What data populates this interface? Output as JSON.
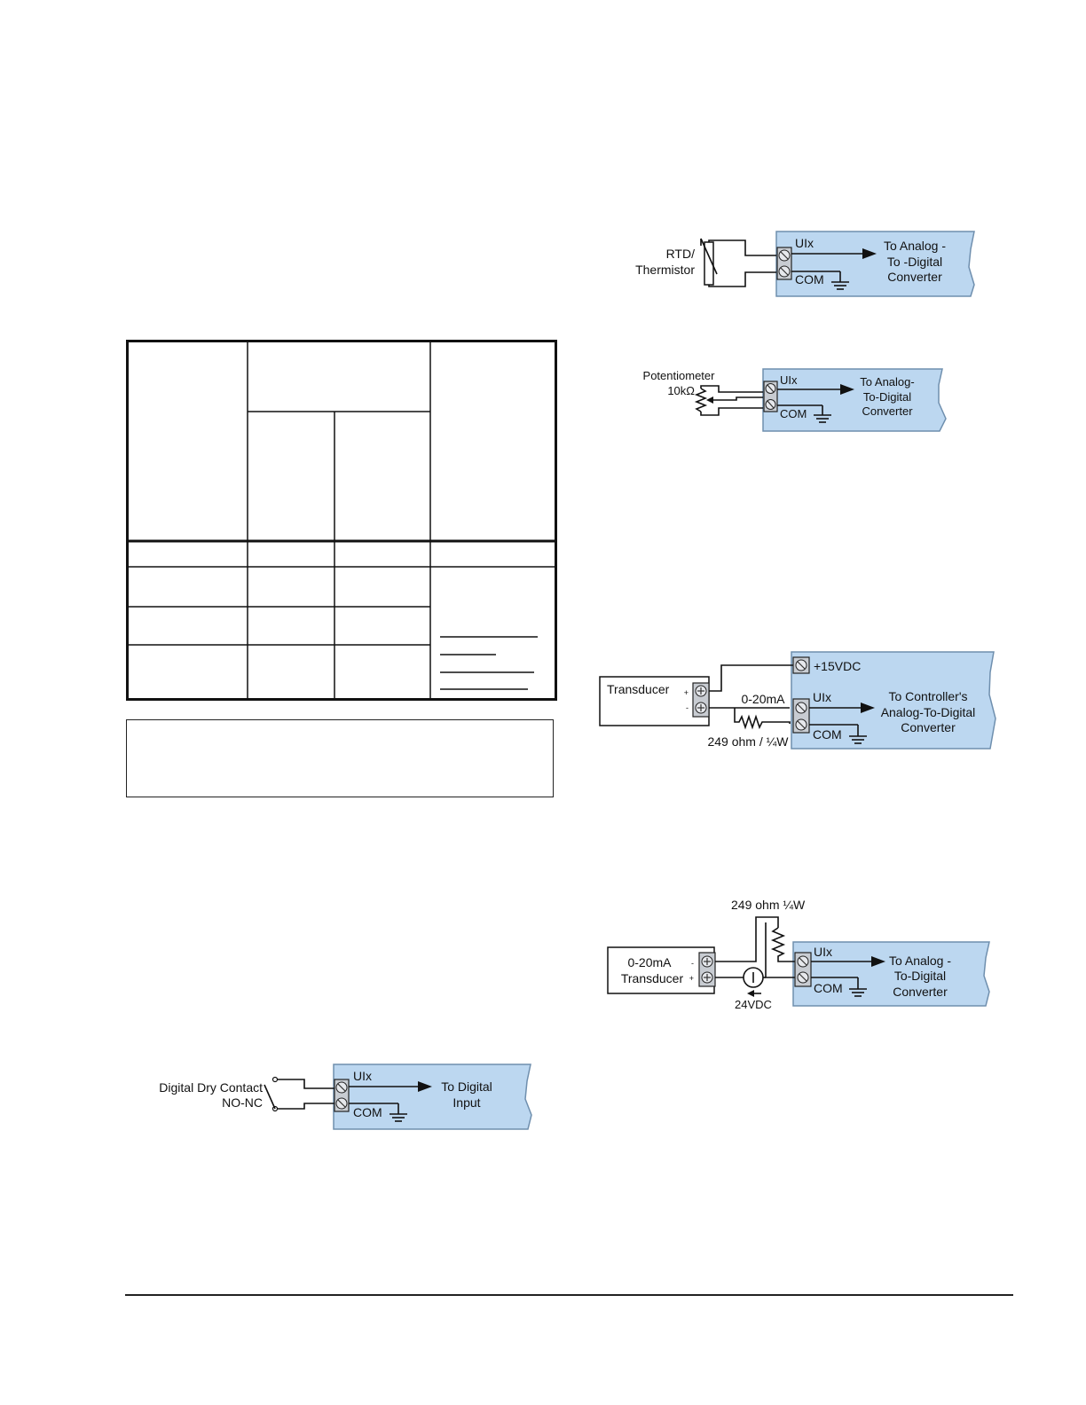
{
  "colors": {
    "module_fill": "#bcd7f0",
    "module_edge": "#6f8fae",
    "line": "#111111"
  },
  "diagrams": {
    "rtd": {
      "sensor_line1": "RTD/",
      "sensor_line2": "Thermistor",
      "in_label": "UIx",
      "com_label": "COM",
      "out_line1": "To Analog -",
      "out_line2": "To -Digital",
      "out_line3": "Converter"
    },
    "potentiometer": {
      "sensor_line1": "Potentiometer",
      "sensor_line2": "10kΩ",
      "in_label": "UIx",
      "com_label": "COM",
      "out_line1": "To Analog-",
      "out_line2": "To-Digital",
      "out_line3": "Converter"
    },
    "transducer_15v": {
      "device": "Transducer",
      "plus": "+",
      "minus": "-",
      "supply": "+15VDC",
      "current": "0-20mA",
      "resistor": "249 ohm / ¼W",
      "in_label": "UIx",
      "com_label": "COM",
      "out_line1": "To Controller's",
      "out_line2": "Analog-To-Digital",
      "out_line3": "Converter"
    },
    "transducer_24v": {
      "device_line1": "0-20mA",
      "device_line2": "Transducer",
      "plus": "+",
      "minus": "-",
      "resistor": "249 ohm ¼W",
      "supply": "24VDC",
      "in_label": "UIx",
      "com_label": "COM",
      "out_line1": "To Analog -",
      "out_line2": "To-Digital",
      "out_line3": "Converter"
    },
    "dry_contact": {
      "sensor_line1": "Digital Dry Contact",
      "sensor_line2": "NO-NC",
      "in_label": "UIx",
      "com_label": "COM",
      "out_line1": "To Digital",
      "out_line2": "Input"
    }
  }
}
